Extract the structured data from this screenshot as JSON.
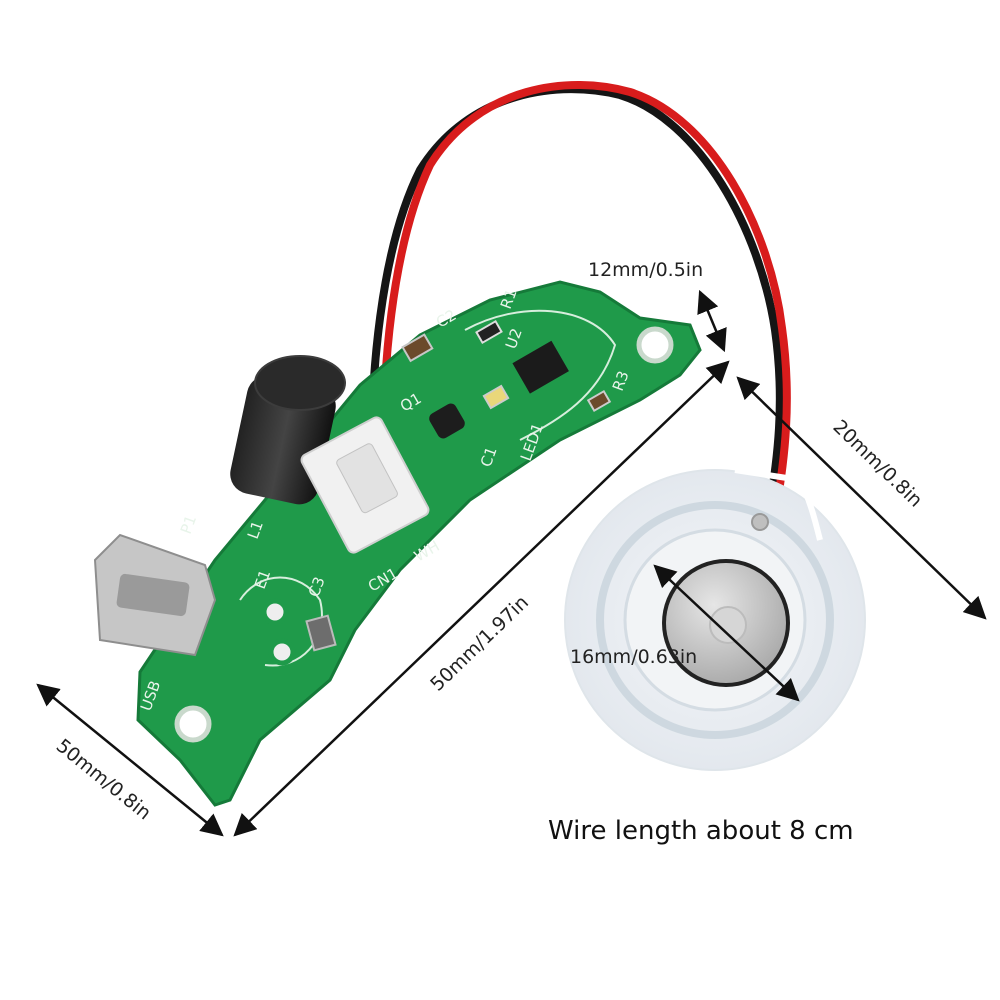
{
  "dimensions": {
    "board_length": "50mm/1.97in",
    "board_width": "50mm/0.8in",
    "mount_offset": "12mm/0.5in",
    "disc_outer": "20mm/0.8in",
    "disc_inner": "16mm/0.63in"
  },
  "caption": "Wire length about 8 cm",
  "silkscreen": {
    "c2": "C2",
    "r1": "R1",
    "u2": "U2",
    "r3": "R3",
    "led1": "LED1",
    "c1": "C1",
    "q1": "Q1",
    "l1": "L1",
    "p1": "P1",
    "e1": "E1",
    "c3": "C3",
    "cn1": "CN1",
    "wh": "WH",
    "usb": "USB"
  },
  "colors": {
    "pcb": "#1f9a4a",
    "pcb_dark": "#157a39",
    "wire_red": "#d81c1c",
    "wire_black": "#151515",
    "disc": "#eef1f4",
    "dim_line": "#111111"
  }
}
